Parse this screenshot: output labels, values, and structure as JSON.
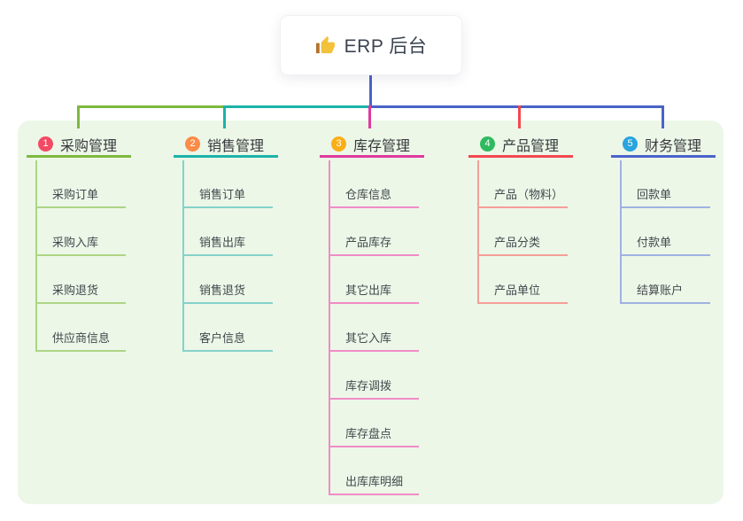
{
  "root": {
    "label": "ERP 后台",
    "icon": "thumbs-up-icon",
    "icon_color": "#f3c13a",
    "text_color": "#3b4451"
  },
  "canvas": {
    "background_color": "#ffffff",
    "panel_color": "#ecf7e8"
  },
  "connectors": {
    "trunk_color": "#4a63c9",
    "bus_segments": [
      {
        "name": "purchase-sales",
        "color": "#7eb93f"
      },
      {
        "name": "sales-center",
        "color": "#1cb3a8"
      },
      {
        "name": "center-finance",
        "color": "#4a63c9"
      }
    ]
  },
  "branches": [
    {
      "number": "1",
      "label": "采购管理",
      "badge_color": "#f24a64",
      "line_color": "#7eb93f",
      "sub_line_color": "#aed584",
      "items": [
        "采购订单",
        "采购入库",
        "采购退货",
        "供应商信息"
      ]
    },
    {
      "number": "2",
      "label": "销售管理",
      "badge_color": "#fb8b46",
      "line_color": "#1cb3a8",
      "sub_line_color": "#85d2cb",
      "items": [
        "销售订单",
        "销售出库",
        "销售退货",
        "客户信息"
      ]
    },
    {
      "number": "3",
      "label": "库存管理",
      "badge_color": "#fcae17",
      "line_color": "#df3a9d",
      "sub_line_color": "#f08cc6",
      "items": [
        "仓库信息",
        "产品库存",
        "其它出库",
        "其它入库",
        "库存调拨",
        "库存盘点",
        "出库库明细"
      ]
    },
    {
      "number": "4",
      "label": "产品管理",
      "badge_color": "#2fba5f",
      "line_color": "#f2484f",
      "sub_line_color": "#f59e98",
      "items": [
        "产品（物料）",
        "产品分类",
        "产品单位"
      ]
    },
    {
      "number": "5",
      "label": "财务管理",
      "badge_color": "#29a4dd",
      "line_color": "#4a63c9",
      "sub_line_color": "#a0b1e0",
      "items": [
        "回款单",
        "付款单",
        "结算账户"
      ]
    }
  ]
}
